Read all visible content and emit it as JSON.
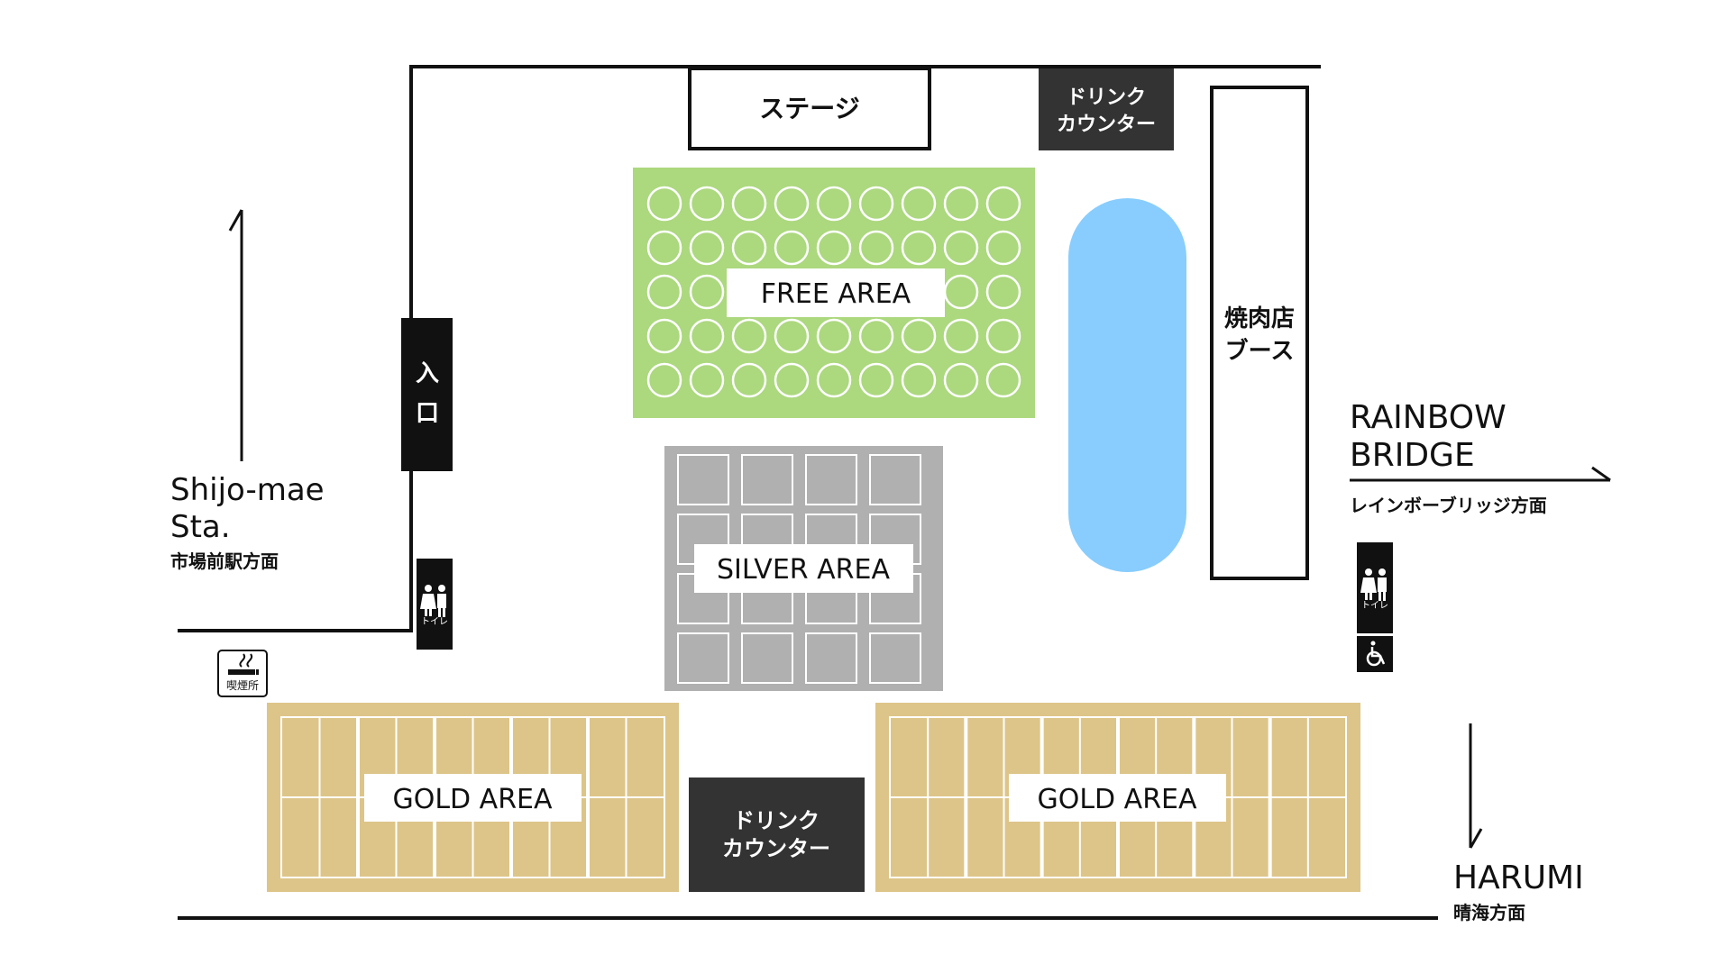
{
  "stage": "ステージ",
  "drink_counter_top": [
    "ドリンク",
    "カウンター"
  ],
  "drink_counter_bottom": [
    "ドリンク",
    "カウンター"
  ],
  "free_area": {
    "label": "FREE AREA",
    "color": "#acd87e"
  },
  "silver_area": {
    "label": "SILVER AREA",
    "color": "#b0b0b0"
  },
  "gold_areas": [
    {
      "label": "GOLD AREA",
      "color": "#ddc589"
    },
    {
      "label": "GOLD AREA",
      "color": "#ddc589"
    }
  ],
  "pool_color": "#88cdfd",
  "yakiniku_booth": [
    "焼肉店",
    "ブース"
  ],
  "entrance": [
    "入",
    "口"
  ],
  "toilet_label": "トイレ",
  "smoking_label": "喫煙所",
  "directions": {
    "shijo": {
      "en": [
        "Shijo-mae",
        "Sta."
      ],
      "ja": "市場前駅方面"
    },
    "rainbow": {
      "en": [
        "RAINBOW",
        "BRIDGE"
      ],
      "ja": "レインボーブリッジ方面"
    },
    "harumi": {
      "en": "HARUMI",
      "ja": "晴海方面"
    }
  },
  "icons": [
    "restroom-icon",
    "wheelchair-icon",
    "smoking-icon",
    "arrow-up-icon",
    "arrow-right-icon",
    "arrow-down-icon"
  ]
}
